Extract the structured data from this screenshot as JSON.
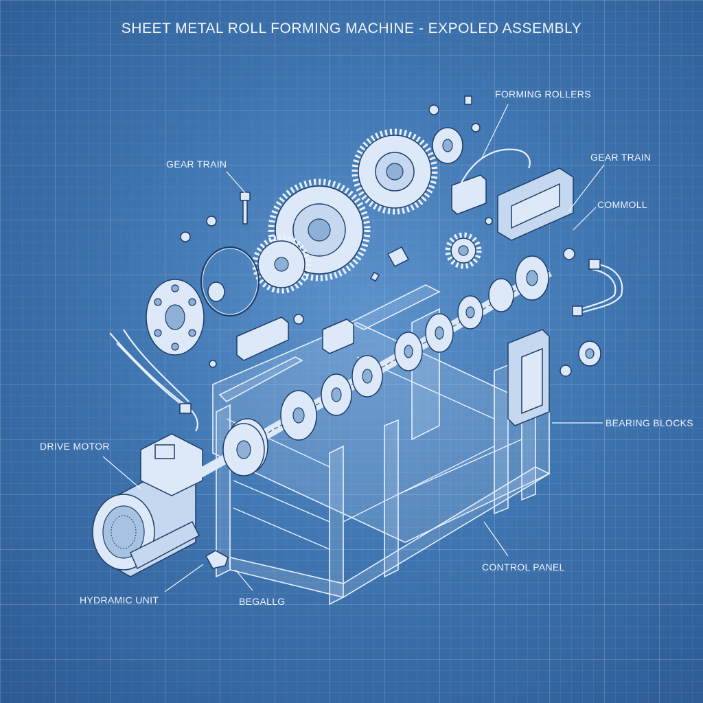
{
  "title": "SHEET METAL ROLL FORMING MACHINE - EXPOLED ASSEMBLY",
  "labels": {
    "forming_rollers": "FORMING ROLLERS",
    "gear_train_left": "GEAR TRAIN",
    "gear_train_right": "GEAR TRAIN",
    "comoll": "COMMOLL",
    "bearing_blocks": "BEARING BLOCKS",
    "drive_motor": "DRIVE MOTOR",
    "control_panel": "CONTROL PANEL",
    "hydramic_unit": "HYDRAMIC UNIT",
    "begallg": "BEGALLG"
  },
  "colors": {
    "background": "#3f75b0",
    "line": "#e8f1ff",
    "part_fill": "#dde9f8"
  }
}
